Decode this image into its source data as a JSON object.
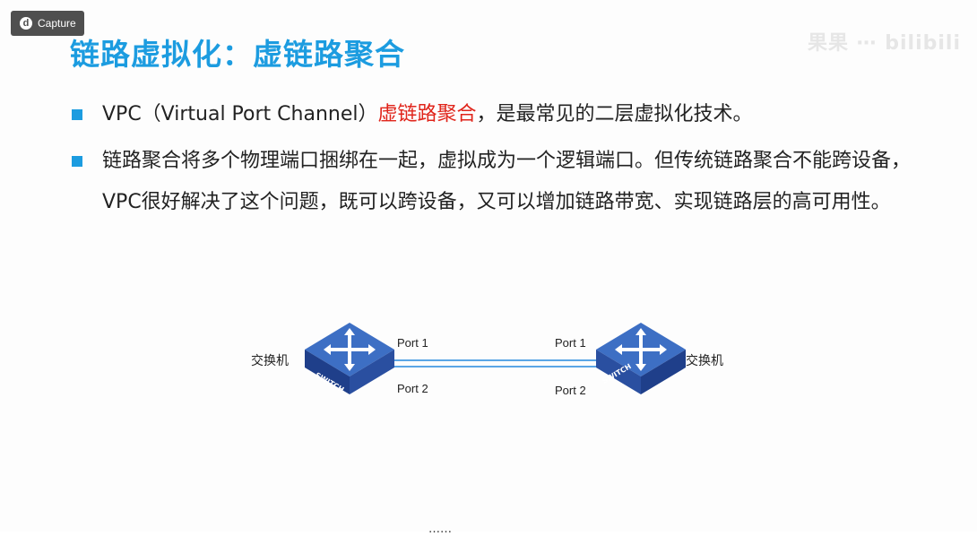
{
  "capture": {
    "label": "Capture",
    "logo_letter": "d"
  },
  "title": "链路虚拟化：虚链路聚合",
  "watermark": "果果 ⋯ bilibili",
  "bullets": [
    {
      "before": "VPC（Virtual Port Channel）",
      "highlight": "虚链路聚合",
      "after": "，是最常见的二层虚拟化技术。"
    },
    {
      "text": "链路聚合将多个物理端口捆绑在一起，虚拟成为一个逻辑端口。但传统链路聚合不能跨设备，VPC很好解决了这个问题，既可以跨设备，又可以增加链路带宽、实现链路层的高可用性。"
    }
  ],
  "diagram": {
    "left_switch_label": "交换机",
    "right_switch_label": "交换机",
    "switch_text": "SWITCH",
    "left_port1": "Port 1",
    "left_port2": "Port 2",
    "right_port1": "Port 1",
    "right_port2": "Port 2"
  },
  "bottom_text": "……",
  "colors": {
    "title": "#1c9ce0",
    "bullet_square": "#1c9ce0",
    "highlight": "#e0241a",
    "switch_blue": "#2a4fa0",
    "link": "#5aa6e6"
  }
}
